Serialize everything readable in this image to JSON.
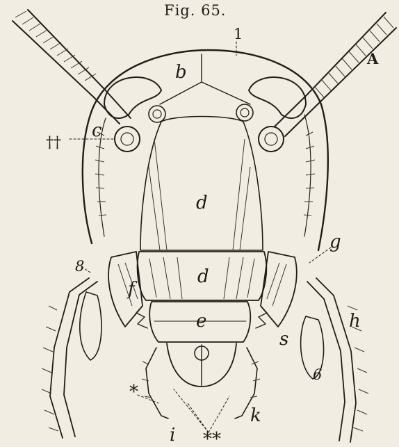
{
  "figure": {
    "title": "Fig. 65.",
    "labels": {
      "one": "1",
      "A": "A",
      "b": "b",
      "c": "c",
      "dagger": "††",
      "d_upper": "d",
      "d_lower": "d",
      "g": "g",
      "eight": "8",
      "f": "f",
      "e": "e",
      "h": "h",
      "s": "s",
      "six": "6",
      "star": "*",
      "k": "k",
      "i": "i",
      "double_star": "**"
    }
  },
  "colors": {
    "paper": "#f1ede3",
    "ink": "#221d18"
  }
}
